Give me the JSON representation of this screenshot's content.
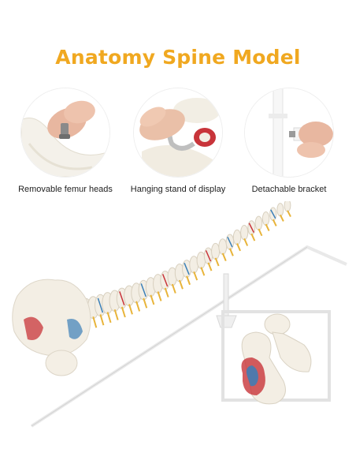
{
  "title": "Anatomy Spine Model",
  "colors": {
    "title": "#f0a820",
    "bone": "#f3eee4",
    "nerve": "#e8b43a",
    "artery": "#c8343a",
    "vein": "#3a7fb8"
  },
  "features": [
    {
      "caption": "Removable femur heads",
      "icon": "finger-femur-icon"
    },
    {
      "caption": "Hanging stand of display",
      "icon": "hand-hook-icon"
    },
    {
      "caption": "Detachable bracket",
      "icon": "hand-bracket-icon"
    }
  ]
}
